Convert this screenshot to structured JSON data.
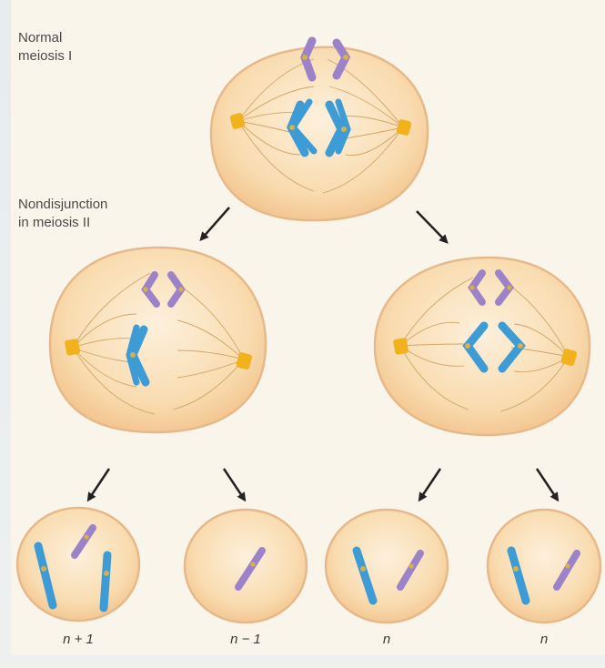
{
  "labels": {
    "normal_meiosis": "Normal\nmeiosis I",
    "nondisjunction": "Nondisjunction\nin meiosis II"
  },
  "gametes": [
    {
      "label": "n + 1",
      "count": "n + 1"
    },
    {
      "label": "n − 1",
      "count": "n − 1"
    },
    {
      "label": "n",
      "count": "n"
    },
    {
      "label": "n",
      "count": "n"
    }
  ],
  "colors": {
    "background": "#f1f1ee",
    "panel": "#faf5ea",
    "cell_fill": "#f8d9a8",
    "cell_edge": "#e8b98a",
    "spindle": "#d6a868",
    "centrosome": "#f2b21d",
    "chromosome_purple": "#9b82c9",
    "chromosome_blue": "#3d9bd6",
    "centromere": "#d8b04a",
    "arrow": "#222222"
  }
}
